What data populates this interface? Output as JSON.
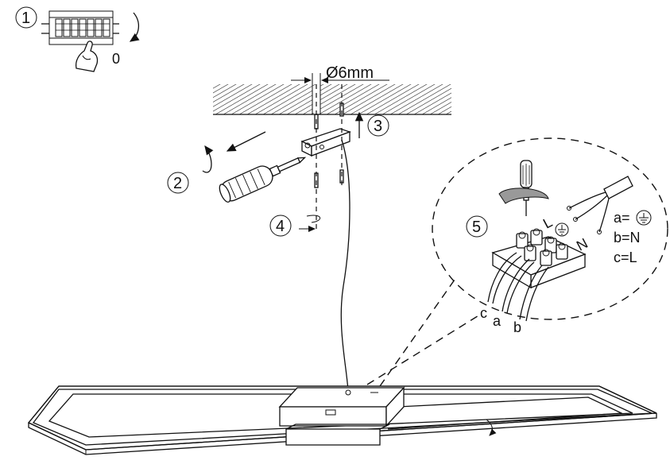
{
  "labels": {
    "step1": "1",
    "step2": "2",
    "step3": "3",
    "step4": "4",
    "step5": "5",
    "switch_state": "0",
    "hole_diameter": "Ø6mm",
    "wire_c": "c",
    "wire_a": "a",
    "wire_b": "b",
    "terminal_l": "L",
    "terminal_n": "N"
  },
  "legend": {
    "a": "a=",
    "b": "b=N",
    "c": "c=L"
  },
  "icons": {
    "earth": "ground-symbol-icon",
    "screwdriver": "screwdriver-icon",
    "rotate": "rotate-arrow-icon"
  }
}
